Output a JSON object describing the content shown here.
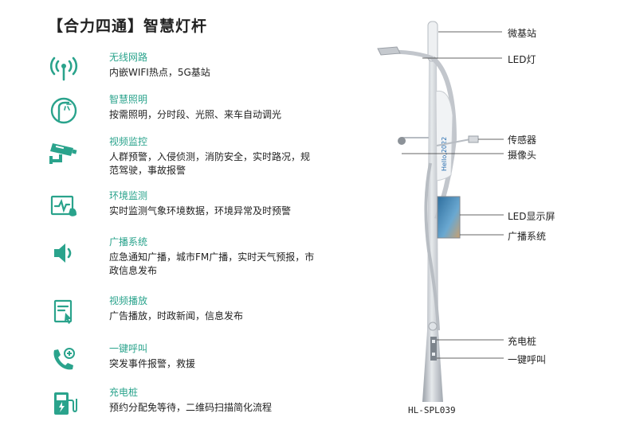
{
  "title": "【合力四通】智慧灯杆",
  "features": [
    {
      "name": "无线网路",
      "desc": "内嵌WIFI热点，5G基站",
      "icon": "wifi-antenna-icon"
    },
    {
      "name": "智慧照明",
      "desc": "按需照明，分时段、光照、来车自动调光",
      "icon": "street-lamp-icon"
    },
    {
      "name": "视频监控",
      "desc": "人群预警，入侵侦测，消防安全，实时路况，规范驾驶，事故报警",
      "icon": "cctv-camera-icon"
    },
    {
      "name": "环境监测",
      "desc": "实时监测气象环境数据，环境异常及时预警",
      "icon": "environment-monitor-icon"
    },
    {
      "name": "广播系统",
      "desc": "应急通知广播，城市FM广播，实时天气预报，市政信息发布",
      "icon": "speaker-icon"
    },
    {
      "name": "视频播放",
      "desc": "广告播放，时政新闻，信息发布",
      "icon": "video-screen-icon"
    },
    {
      "name": "一键呼叫",
      "desc": "突发事件报警，救援",
      "icon": "phone-call-icon"
    },
    {
      "name": "充电桩",
      "desc": "预约分配免等待，二维码扫描简化流程",
      "icon": "charging-station-icon"
    }
  ],
  "pole_labels": {
    "base_station": "微基站",
    "led_light": "LED灯",
    "sensor": "传感器",
    "camera": "摄像头",
    "led_display": "LED显示屏",
    "broadcast": "广播系统",
    "charger": "充电桩",
    "emergency_call": "一键呼叫"
  },
  "banner_text": "Hello,2022",
  "model": "HL-SPL039",
  "colors": {
    "accent": "#2aa38c",
    "pole": "#c8ccd2"
  }
}
